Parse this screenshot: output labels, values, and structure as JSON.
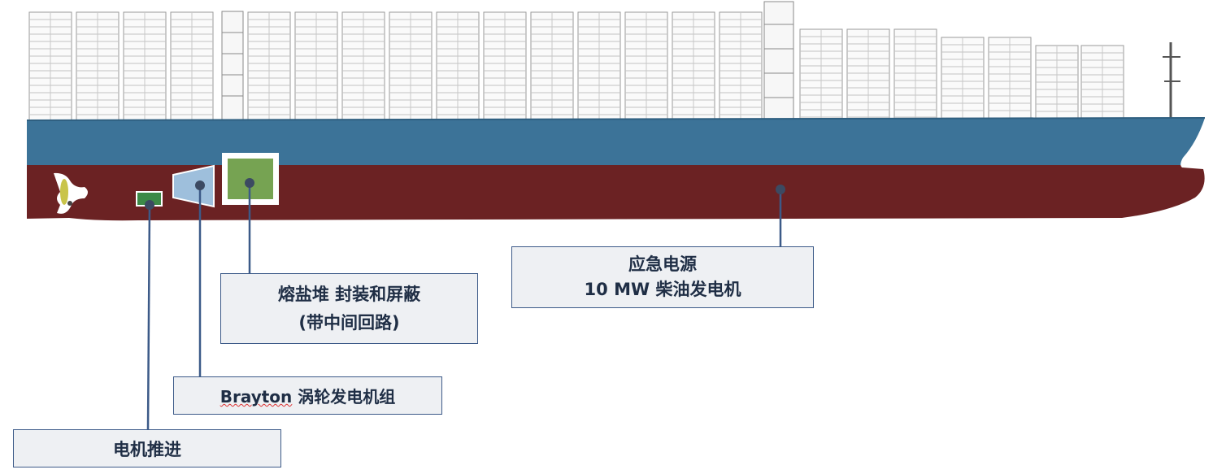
{
  "labels": {
    "emergency_power": {
      "line1": "应急电源",
      "line2": "10 MW 柴油发电机"
    },
    "reactor": {
      "line1": "熔盐堆 封装和屏蔽",
      "line2": "(带中间回路)"
    },
    "brayton": {
      "word": "Brayton",
      "rest": " 涡轮发电机组"
    },
    "motor": {
      "text": "电机推进"
    }
  },
  "colors": {
    "hull_upper": "#3c7398",
    "hull_lower": "#6b2223",
    "reactor_fill": "#76a352",
    "turbine_fill": "#9ebfdc",
    "motor_fill": "#3d8a47",
    "leader_line": "#3c5a88",
    "label_fill": "#eef0f3"
  }
}
